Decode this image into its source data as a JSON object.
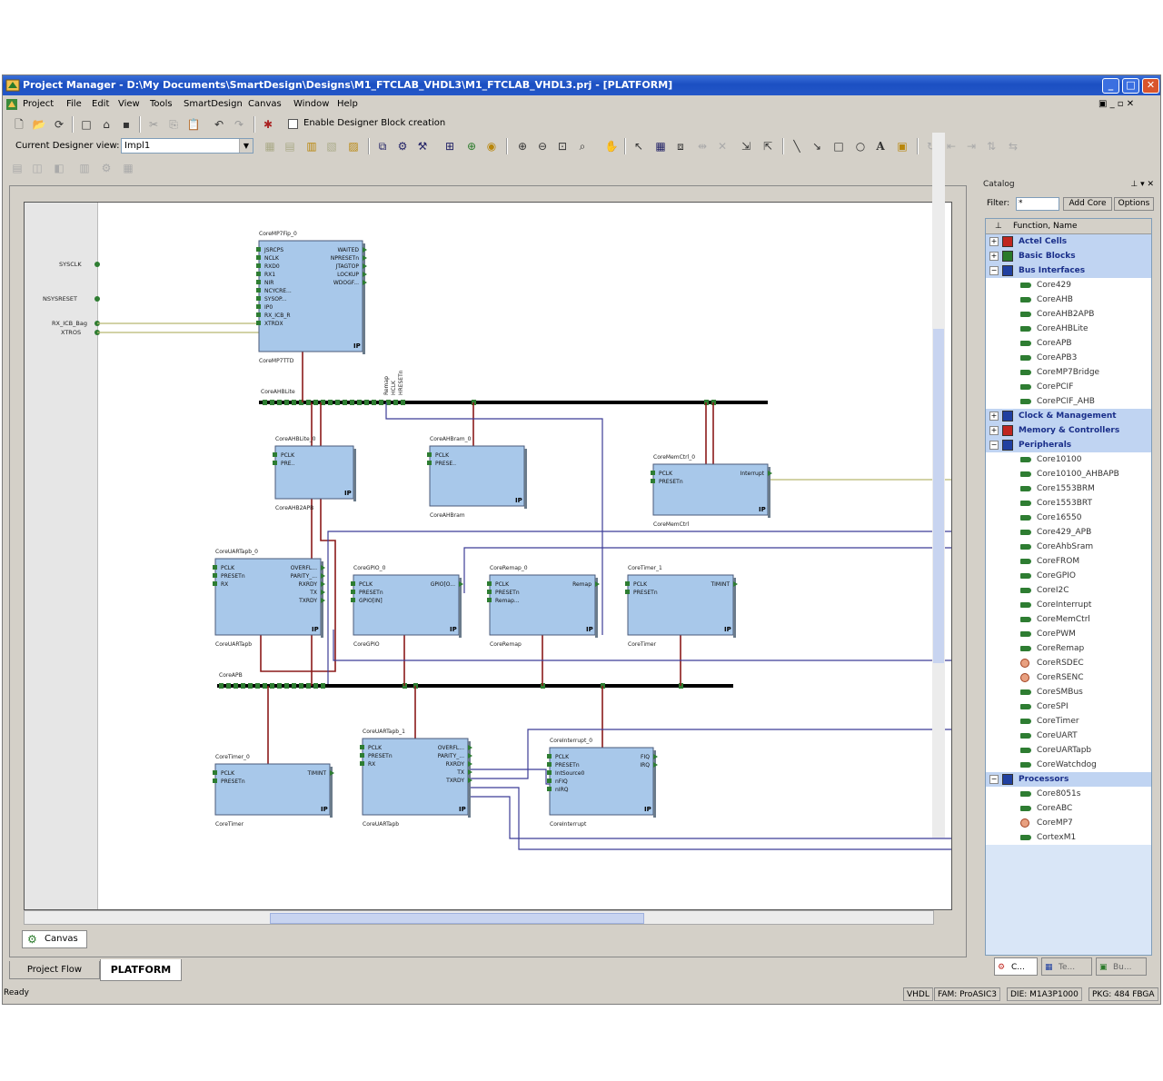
{
  "window": {
    "title": "Project Manager - D:\\My Documents\\SmartDesign\\Designs\\M1_FTCLAB_VHDL3\\M1_FTCLAB_VHDL3.prj - [PLATFORM]",
    "minimize": "_",
    "maximize": "□",
    "close": "✕"
  },
  "menu": [
    "Project",
    "File",
    "Edit",
    "View",
    "Tools",
    "SmartDesign",
    "Canvas",
    "Window",
    "Help"
  ],
  "toolbar": {
    "enable_designer_label": "Enable Designer Block creation",
    "current_view_label": "Current Designer view:",
    "current_view_value": "Impl1"
  },
  "canvas": {
    "tab_label": "Canvas",
    "left_ports": [
      "SYSCLK",
      "NSYSRESET",
      "RX_ICB_Bag",
      "XTROS"
    ],
    "blocks": [
      {
        "title": "CoreMP7Fip_0",
        "ports_left": [
          "JSRCPS",
          "NCLK",
          "RXD0",
          "RX1",
          "NIR",
          "NCYCRE...",
          "SYSOP...",
          "IP0",
          "RX_ICB_R",
          "XTRDX"
        ],
        "ports_right": [
          "WAITED",
          "NPRESETn",
          "JTAGTOP",
          "LOCKUP",
          "WDOGF..."
        ],
        "footer": "CoreMP7TTD"
      },
      {
        "title": "CoreAHBLite_0",
        "ports_left": [
          "PCLK",
          "PRE.."
        ],
        "footer": "CoreAHB2APB"
      },
      {
        "title": "CoreAHBram_0",
        "ports_left": [
          "PCLK",
          "PRESE.."
        ],
        "footer": "CoreAHBram"
      },
      {
        "title": "CoreMemCtrl_0",
        "ports_left": [
          "PCLK",
          "PRESETn"
        ],
        "ports_right": [
          "Interrupt"
        ],
        "footer": "CoreMemCtrl"
      },
      {
        "title": "CoreUARTapb_0",
        "ports_left": [
          "PCLK",
          "PRESETn",
          "RX"
        ],
        "ports_right": [
          "OVERFL...",
          "PARITY_...",
          "RXRDY",
          "TX",
          "TXRDY"
        ],
        "footer": "CoreUARTapb"
      },
      {
        "title": "CoreGPIO_0",
        "ports_left": [
          "PCLK",
          "PRESETn",
          "GPIO[IN]"
        ],
        "ports_right": [
          "GPIO[O..."
        ],
        "footer": "CoreGPIO"
      },
      {
        "title": "CoreRemap_0",
        "ports_left": [
          "PCLK",
          "PRESETn",
          "Remap..."
        ],
        "ports_right": [
          "Remap"
        ],
        "footer": "CoreRemap"
      },
      {
        "title": "CoreTimer_1",
        "ports_left": [
          "PCLK",
          "PRESETn"
        ],
        "ports_right": [
          "TIMINT"
        ],
        "footer": "CoreTimer"
      },
      {
        "title": "CoreTimer_0",
        "ports_left": [
          "PCLK",
          "PRESETn"
        ],
        "ports_right": [
          "TIMINT"
        ],
        "footer": "CoreTimer"
      },
      {
        "title": "CoreUARTapb_1",
        "ports_left": [
          "PCLK",
          "PRESETn",
          "RX"
        ],
        "ports_right": [
          "OVERFL...",
          "PARITY_...",
          "RXRDY",
          "TX",
          "TXRDY"
        ],
        "footer": "CoreUARTapb"
      },
      {
        "title": "CoreInterrupt_0",
        "ports_left": [
          "PCLK",
          "PRESETn",
          "IntSource0",
          "nFIQ",
          "nIRQ"
        ],
        "ports_right": [
          "FIQ",
          "IRQ"
        ],
        "footer": "CoreInterrupt"
      }
    ],
    "bus_labels": [
      "CoreAHBLite",
      "CoreAPB"
    ],
    "bus_vertical_label": [
      "Remap",
      "HCLK",
      "HRESETn"
    ]
  },
  "catalog": {
    "title": "Catalog",
    "filter_label": "Filter:",
    "filter_value": "*",
    "add_core": "Add Core",
    "options": "Options",
    "header": "Function, Name",
    "rows": [
      {
        "type": "cat",
        "sign": "+",
        "label": "Actel Cells",
        "color": "#c0261f"
      },
      {
        "type": "cat",
        "sign": "+",
        "label": "Basic Blocks",
        "color": "#2a7a2a"
      },
      {
        "type": "cat",
        "sign": "−",
        "label": "Bus Interfaces",
        "color": "#2040a0"
      },
      {
        "type": "item",
        "label": "Core429"
      },
      {
        "type": "item",
        "label": "CoreAHB"
      },
      {
        "type": "item",
        "label": "CoreAHB2APB"
      },
      {
        "type": "item",
        "label": "CoreAHBLite"
      },
      {
        "type": "item",
        "label": "CoreAPB"
      },
      {
        "type": "item",
        "label": "CoreAPB3"
      },
      {
        "type": "item",
        "label": "CoreMP7Bridge"
      },
      {
        "type": "item",
        "label": "CorePCIF"
      },
      {
        "type": "item",
        "label": "CorePCIF_AHB"
      },
      {
        "type": "cat",
        "sign": "+",
        "label": "Clock & Management",
        "color": "#2040a0"
      },
      {
        "type": "cat",
        "sign": "+",
        "label": "Memory & Controllers",
        "color": "#c0261f"
      },
      {
        "type": "cat",
        "sign": "−",
        "label": "Peripherals",
        "color": "#2040a0"
      },
      {
        "type": "item",
        "label": "Core10100"
      },
      {
        "type": "item",
        "label": "Core10100_AHBAPB"
      },
      {
        "type": "item",
        "label": "Core1553BRM"
      },
      {
        "type": "item",
        "label": "Core1553BRT"
      },
      {
        "type": "item",
        "label": "Core16550"
      },
      {
        "type": "item",
        "label": "Core429_APB"
      },
      {
        "type": "item",
        "label": "CoreAhbSram"
      },
      {
        "type": "item",
        "label": "CoreFROM"
      },
      {
        "type": "item",
        "label": "CoreGPIO"
      },
      {
        "type": "item",
        "label": "CoreI2C"
      },
      {
        "type": "item",
        "label": "CoreInterrupt"
      },
      {
        "type": "item",
        "label": "CoreMemCtrl"
      },
      {
        "type": "item",
        "label": "CorePWM"
      },
      {
        "type": "item",
        "label": "CoreRemap"
      },
      {
        "type": "item",
        "label": "CoreRSDEC",
        "special": true
      },
      {
        "type": "item",
        "label": "CoreRSENC",
        "special": true
      },
      {
        "type": "item",
        "label": "CoreSMBus"
      },
      {
        "type": "item",
        "label": "CoreSPI"
      },
      {
        "type": "item",
        "label": "CoreTimer"
      },
      {
        "type": "item",
        "label": "CoreUART"
      },
      {
        "type": "item",
        "label": "CoreUARTapb"
      },
      {
        "type": "item",
        "label": "CoreWatchdog"
      },
      {
        "type": "cat",
        "sign": "−",
        "label": "Processors",
        "color": "#2040a0"
      },
      {
        "type": "item",
        "label": "Core8051s"
      },
      {
        "type": "item",
        "label": "CoreABC"
      },
      {
        "type": "item",
        "label": "CoreMP7",
        "special": true
      },
      {
        "type": "item",
        "label": "CortexM1"
      }
    ],
    "bottom_tabs": [
      "C...",
      "Te...",
      "Bu..."
    ]
  },
  "doc_tabs": [
    "Project Flow",
    "PLATFORM"
  ],
  "status": {
    "left": "Ready",
    "cells": [
      "VHDL",
      "FAM: ProASIC3",
      "DIE: M1A3P1000",
      "PKG: 484 FBGA"
    ]
  },
  "colors": {
    "block": "#a8c8ea",
    "bus": "#000000",
    "wire_red": "#8b1a1a",
    "wire_blue": "#3c3c96",
    "port_green": "#2e7d32",
    "title_blue": "#2457c8"
  }
}
